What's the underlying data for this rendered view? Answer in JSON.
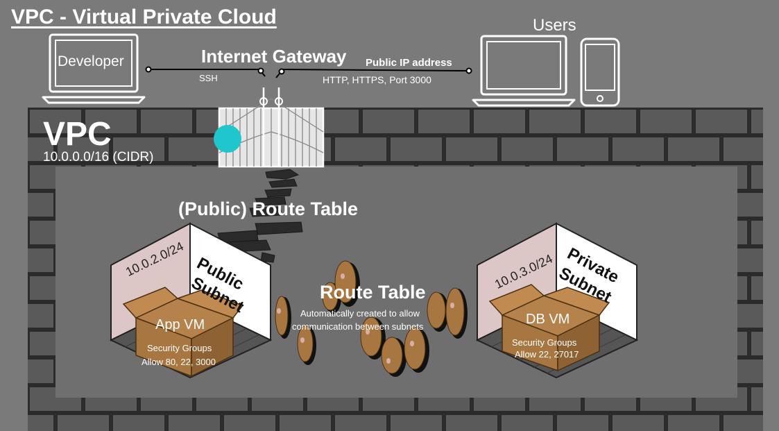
{
  "title": "VPC - Virtual Private Cloud",
  "developer": {
    "label": "Developer"
  },
  "users": {
    "label": "Users"
  },
  "gateway": {
    "label": "Internet Gateway",
    "ssh_label": "SSH",
    "public_ip_label": "Public IP address",
    "protocols_label": "HTTP, HTTPS, Port 3000"
  },
  "vpc": {
    "label": "VPC",
    "cidr": "10.0.0.0/16 (CIDR)"
  },
  "public_route_table": {
    "label": "(Public) Route Table"
  },
  "route_table": {
    "label": "Route Table",
    "desc_line1": "Automatically created to allow",
    "desc_line2": "communication between subnets"
  },
  "public_subnet": {
    "cidr": "10.0.2.0/24",
    "name_line1": "Public",
    "name_line2": "Subnet",
    "vm_label": "App VM",
    "sg_line1": "Security Groups",
    "sg_line2": "Allow 80, 22, 3000"
  },
  "private_subnet": {
    "cidr": "10.0.3.0/24",
    "name_line1": "Private",
    "name_line2": "Subnet",
    "vm_label": "DB VM",
    "sg_line1": "Security Groups",
    "sg_line2": "Allow 22, 27017"
  },
  "colors": {
    "background": "#7a7a7a",
    "brick": "#595959",
    "mortar": "#2b2b2b",
    "inner_area": "#6f6f6f",
    "accent_dot": "#1fc6cc",
    "box": "#a87640",
    "subnet_wall_left": "#dcc6c6"
  }
}
